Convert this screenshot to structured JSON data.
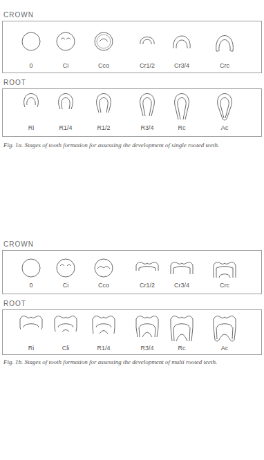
{
  "diagram": {
    "nodes": [
      {
        "text": [
          "CROWN",
          "0",
          "Ci",
          "Cco",
          "Cr1/2",
          "Cr3/4",
          "Crc"
        ]
      },
      {
        "text": [
          "ROOT",
          "Ri",
          "R1/4",
          "R1/2",
          "R3/4",
          "Rc",
          "Ac"
        ]
      },
      {
        "text": [
          "CROWN",
          "0",
          "Ci",
          "Cco",
          "Cr1/2",
          "Cr3/4",
          "Crc"
        ]
      },
      {
        "text": [
          "ROOT",
          "Ri",
          "Cli",
          "R1/4",
          "R3/4",
          "Rc",
          "Ac"
        ]
      }
    ],
    "labels": [
      "Fig. 1a. Stages of tooth formation for assessing the development of single rooted teeth.",
      "Fig. 1b. Stages of tooth formation for assessing the development of multi rooted teeth."
    ]
  }
}
